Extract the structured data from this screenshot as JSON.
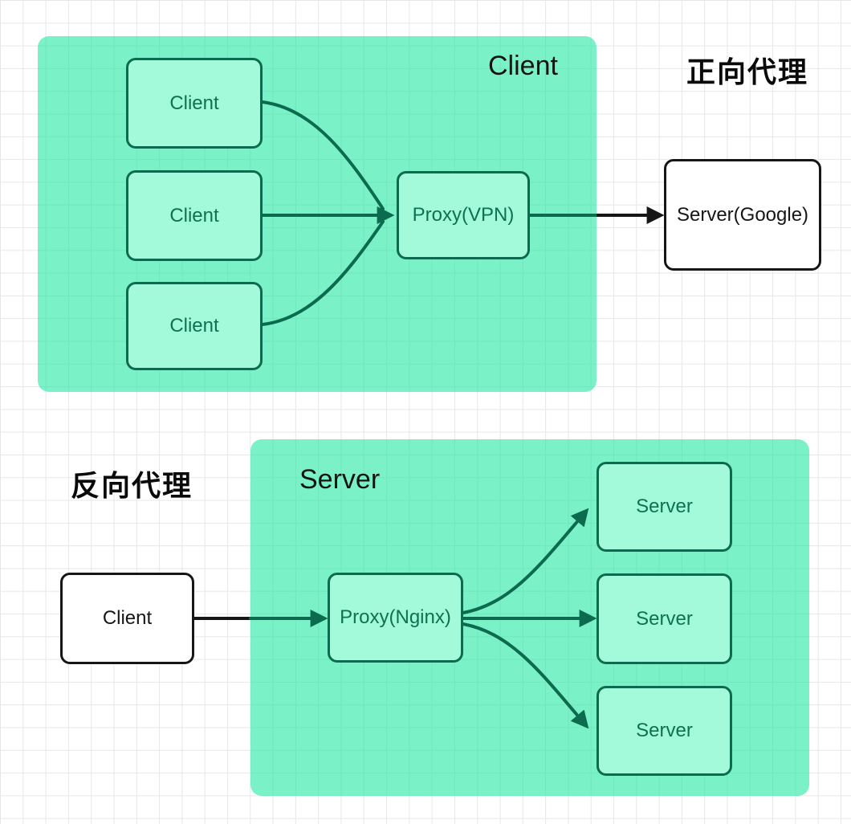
{
  "colors": {
    "container_green": "rgba(27,231,160,0.58)",
    "node_fill": "#A3FADB",
    "dark_green": "#0C6B4E",
    "dark_green_text": "#0D7152",
    "ink": "#161616",
    "grid_line": "#e7e7e7"
  },
  "forward_proxy": {
    "section_label": "正向代理",
    "container_title": "Client",
    "clients": [
      {
        "label": "Client"
      },
      {
        "label": "Client"
      },
      {
        "label": "Client"
      }
    ],
    "proxy_label": "Proxy(VPN)",
    "server_label": "Server(Google)"
  },
  "reverse_proxy": {
    "section_label": "反向代理",
    "container_title": "Server",
    "client_label": "Client",
    "proxy_label": "Proxy(Nginx)",
    "servers": [
      {
        "label": "Server"
      },
      {
        "label": "Server"
      },
      {
        "label": "Server"
      }
    ]
  }
}
